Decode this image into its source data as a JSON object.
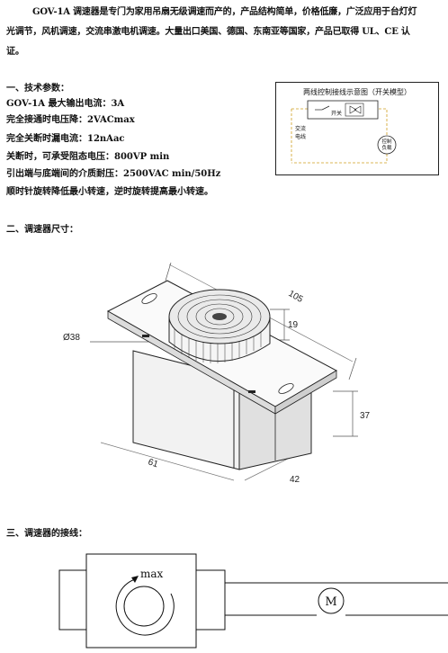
{
  "intro": {
    "line1": "GOV-1A 调速器是专门为家用吊扇无级调速而产的，产品结构简单，价格低廉，广泛应用于台灯灯",
    "line2": "光调节，风机调速，交流串激电机调速。大量出口美国、德国、东南亚等国家，产品已取得 UL、CE 认",
    "line3": "证。"
  },
  "section1": {
    "title": "一、技术参数：",
    "params": [
      "GOV-1A 最大输出电流：3A",
      "完全接通时电压降：2VACmax",
      "完全关断时漏电流：12nAac",
      "关断时，可承受阻态电压：800VP min",
      "引出端与底端间的介质耐压：2500VAC min/50Hz",
      "顺时针旋转降低最小转速，逆时旋转提高最小转速。"
    ]
  },
  "wiring_box": {
    "title": "两线控制接线示意图（开关模型）",
    "switch_label": "开关",
    "ac_label_1": "交流",
    "ac_label_2": "电线",
    "load_label_1": "控制",
    "load_label_2": "负载"
  },
  "section2": {
    "title": "二、调速器尺寸：",
    "dims": {
      "length": "105",
      "width": "42",
      "depth": "61",
      "height": "37",
      "knob_h": "19",
      "knob_d": "Ø38"
    }
  },
  "section3": {
    "title": "三、调速器的接线：",
    "max_label": "max",
    "motor_label": "M"
  }
}
